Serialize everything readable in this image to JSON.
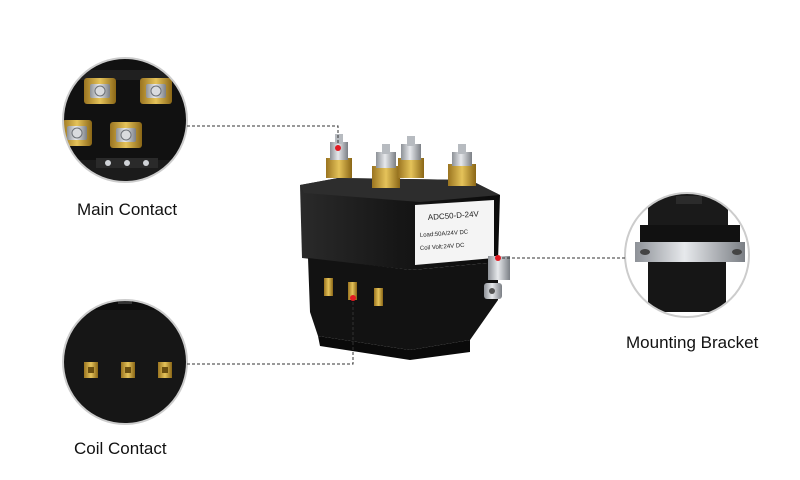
{
  "labels": {
    "main_contact": "Main Contact",
    "coil_contact": "Coil Contact",
    "mounting_bracket": "Mounting Bracket"
  },
  "product_label": {
    "model": "ADC50-D-24V",
    "load": "Load:50A/24V DC",
    "coil_volt": "Coil Volt:24V DC"
  },
  "colors": {
    "body": "#151515",
    "callout_dot": "#e31b23",
    "leader_line": "#333333",
    "terminal_brass": "#c9a23a",
    "terminal_steel": "#b8bcc2"
  }
}
